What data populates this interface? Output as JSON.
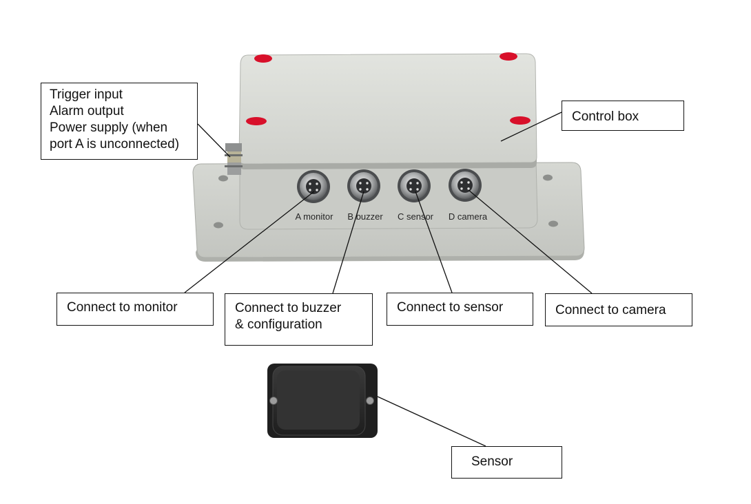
{
  "callouts": {
    "trigger": {
      "lines": [
        "Trigger input",
        "Alarm output",
        "Power supply (when",
        "port A is unconnected)"
      ]
    },
    "control_box": "Control box",
    "monitor": "Connect to monitor",
    "buzzer": {
      "lines": [
        "Connect to buzzer",
        "& configuration"
      ]
    },
    "sensor_connect": "Connect to sensor",
    "camera": "Connect to camera",
    "sensor": "Sensor"
  },
  "ports": [
    {
      "id": "A",
      "label": "A monitor"
    },
    {
      "id": "B",
      "label": "B buzzer"
    },
    {
      "id": "C",
      "label": "C sensor"
    },
    {
      "id": "D",
      "label": "D camera"
    }
  ],
  "colors": {
    "housing": "#d3d5d0",
    "housing_shadow": "#b4b7b1",
    "screw_cap": "#d8102a",
    "sensor_body": "#2b2b2b",
    "leader_line": "#111111"
  }
}
